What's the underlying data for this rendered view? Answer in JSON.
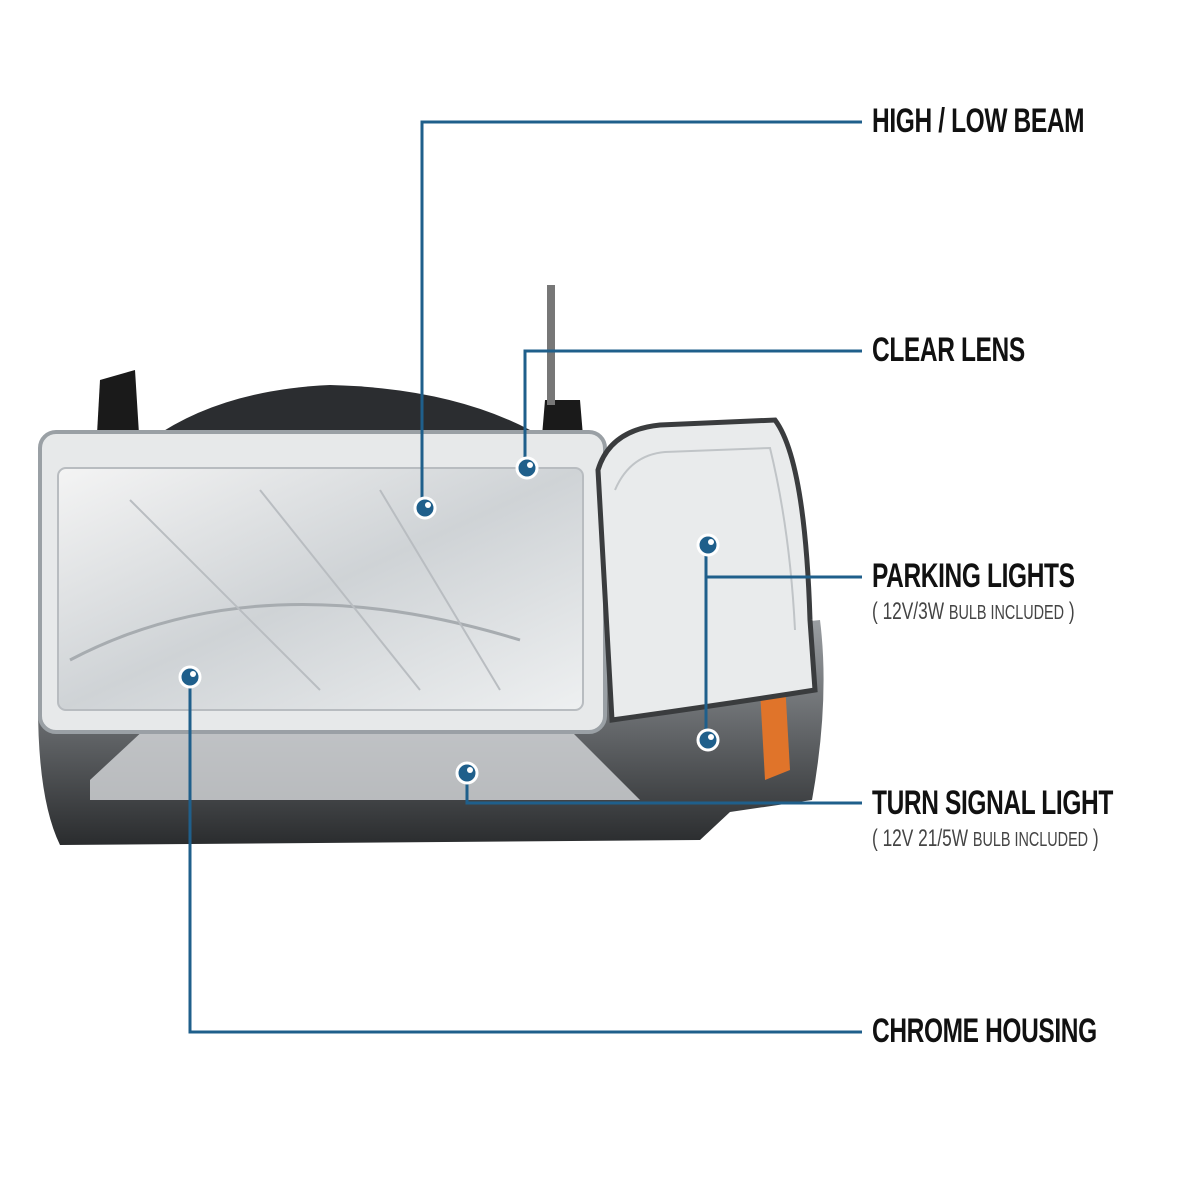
{
  "callouts": [
    {
      "id": "high-low-beam",
      "title": "HIGH / LOW BEAM"
    },
    {
      "id": "clear-lens",
      "title": "CLEAR LENS"
    },
    {
      "id": "parking-lights",
      "title": "PARKING LIGHTS",
      "sub_open": "(",
      "sub_value": "12V/3W",
      "sub_text": "BULB INCLUDED",
      "sub_close": ")"
    },
    {
      "id": "turn-signal-light",
      "title": "TURN SIGNAL LIGHT",
      "sub_open": "(",
      "sub_value": "12V 21/5W",
      "sub_text": "BULB INCLUDED",
      "sub_close": ")"
    },
    {
      "id": "chrome-housing",
      "title": "CHROME HOUSING"
    }
  ],
  "colors": {
    "callout_line": "#1f5f8b",
    "dot": "#1f5f8b",
    "amber": "#e0742a"
  }
}
